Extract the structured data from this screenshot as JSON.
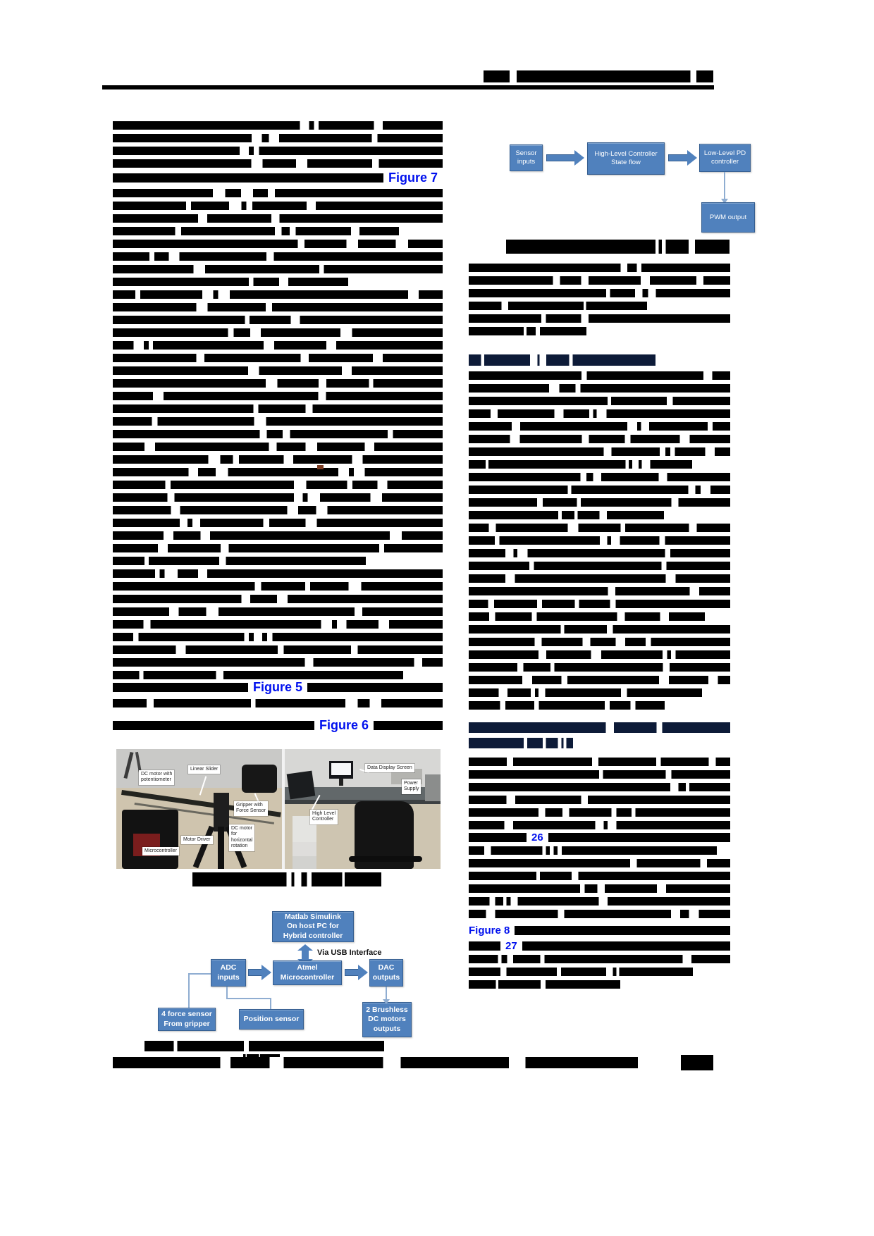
{
  "figure_references": {
    "fig7": "Figure 7",
    "fig5": "Figure 5",
    "fig6": "Figure 6",
    "ref26": "26",
    "fig8": "Figure 8",
    "ref27": "27"
  },
  "controller_flowchart": {
    "sensor": "Sensor\ninputs",
    "high_level": "High-Level Controller\nState flow",
    "low_level": "Low-Level PD\ncontroller",
    "pwm": "PWM output"
  },
  "setup_photo": {
    "labels": {
      "dc_motor": "DC motor with\npotentiometer",
      "linear_slider": "Linear Slider",
      "gripper": "Gripper with\nForce Sensor",
      "dc_motor_rotation": "DC motor\nfor\nhorizontal\nrotation",
      "motor_driver": "Motor Driver",
      "microcontroller": "Microcontroller",
      "data_display": "Data Display Screen",
      "power_supply": "Power\nSupply",
      "high_level_controller": "High Level\nController"
    }
  },
  "system_diagram": {
    "matlab": "Matlab Simulink\nOn host PC for\nHybrid controller",
    "usb_label": "Via USB  Interface",
    "adc": "ADC\ninputs",
    "atmel": "Atmel\nMicrocontroller",
    "dac": "DAC\noutputs",
    "force_sensors": "4 force sensor\nFrom gripper",
    "position_sensor": "Position sensor",
    "motors": "2 Brushless\nDC motors\noutputs"
  },
  "colors": {
    "box_fill": "#5081bd",
    "box_border": "#365f91",
    "link_blue": "#0010ee",
    "redaction": "#000000",
    "heading_redaction": "#0d1b38"
  }
}
